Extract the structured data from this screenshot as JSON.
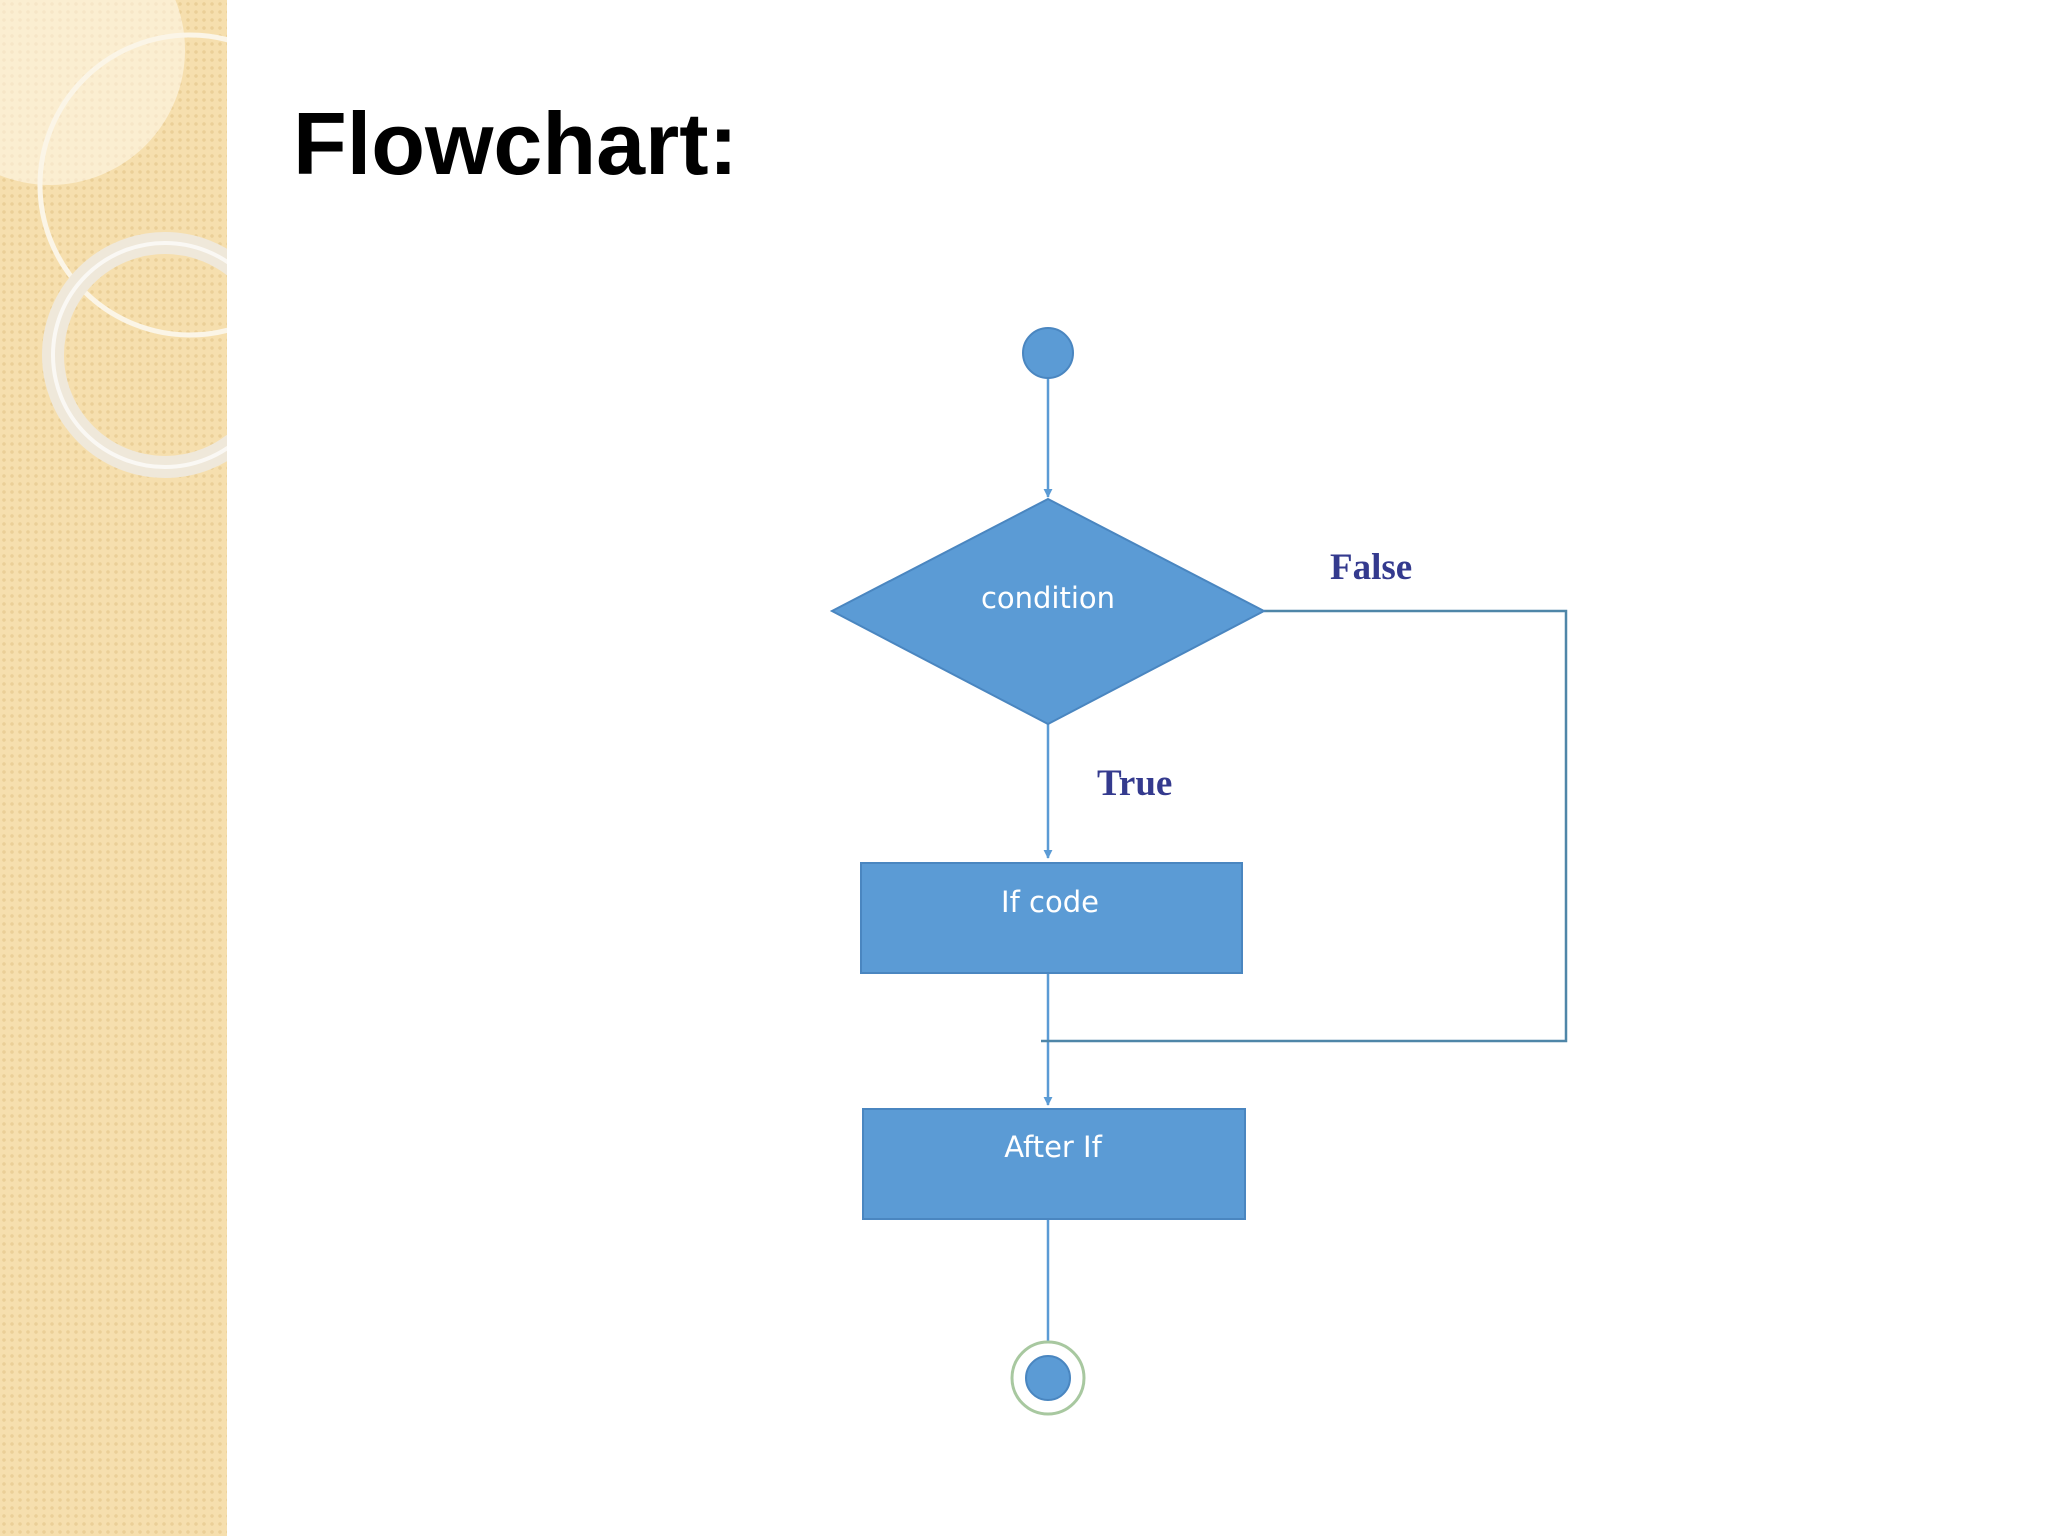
{
  "slide": {
    "title": "Flowchart:"
  },
  "flowchart": {
    "nodes": {
      "start": {
        "shape": "circle"
      },
      "condition": {
        "shape": "diamond",
        "label": "condition"
      },
      "if_code": {
        "shape": "rect",
        "label": "If code"
      },
      "after_if": {
        "shape": "rect",
        "label": "After If"
      },
      "end": {
        "shape": "double-circle"
      }
    },
    "branches": {
      "true_label": "True",
      "false_label": "False"
    },
    "edges": [
      {
        "from": "start",
        "to": "condition"
      },
      {
        "from": "condition",
        "to": "if_code",
        "label": "True"
      },
      {
        "from": "condition",
        "to": "after_if",
        "label": "False"
      },
      {
        "from": "if_code",
        "to": "after_if"
      },
      {
        "from": "after_if",
        "to": "end"
      }
    ]
  },
  "colors": {
    "node_fill": "#5b9bd5",
    "node_stroke": "#4a86c0",
    "edge": "#5b9bd5",
    "false_path": "#4f86a8",
    "label_text": "#343a8e",
    "side_band": "#f6dfae"
  }
}
